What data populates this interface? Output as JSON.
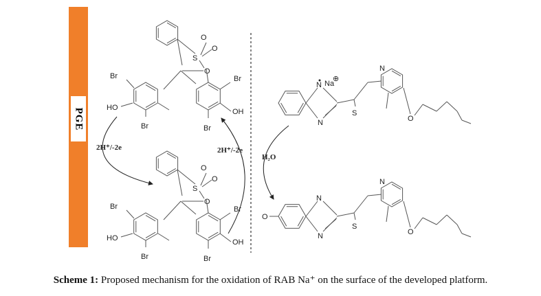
{
  "electrode": {
    "label": "PGE",
    "color": "#f07f2a"
  },
  "labels": {
    "br": "Br",
    "ho": "HO",
    "oh": "OH",
    "o": "O",
    "s": "S",
    "n": "N",
    "na": "Na",
    "plus": "⊕",
    "minus": "−",
    "redox": "2H⁺/-2e",
    "water": "H₂O"
  },
  "caption": {
    "prefix": "Scheme 1:",
    "text": " Proposed mechanism for the oxidation of RAB Na⁺ on the surface of the developed platform."
  }
}
